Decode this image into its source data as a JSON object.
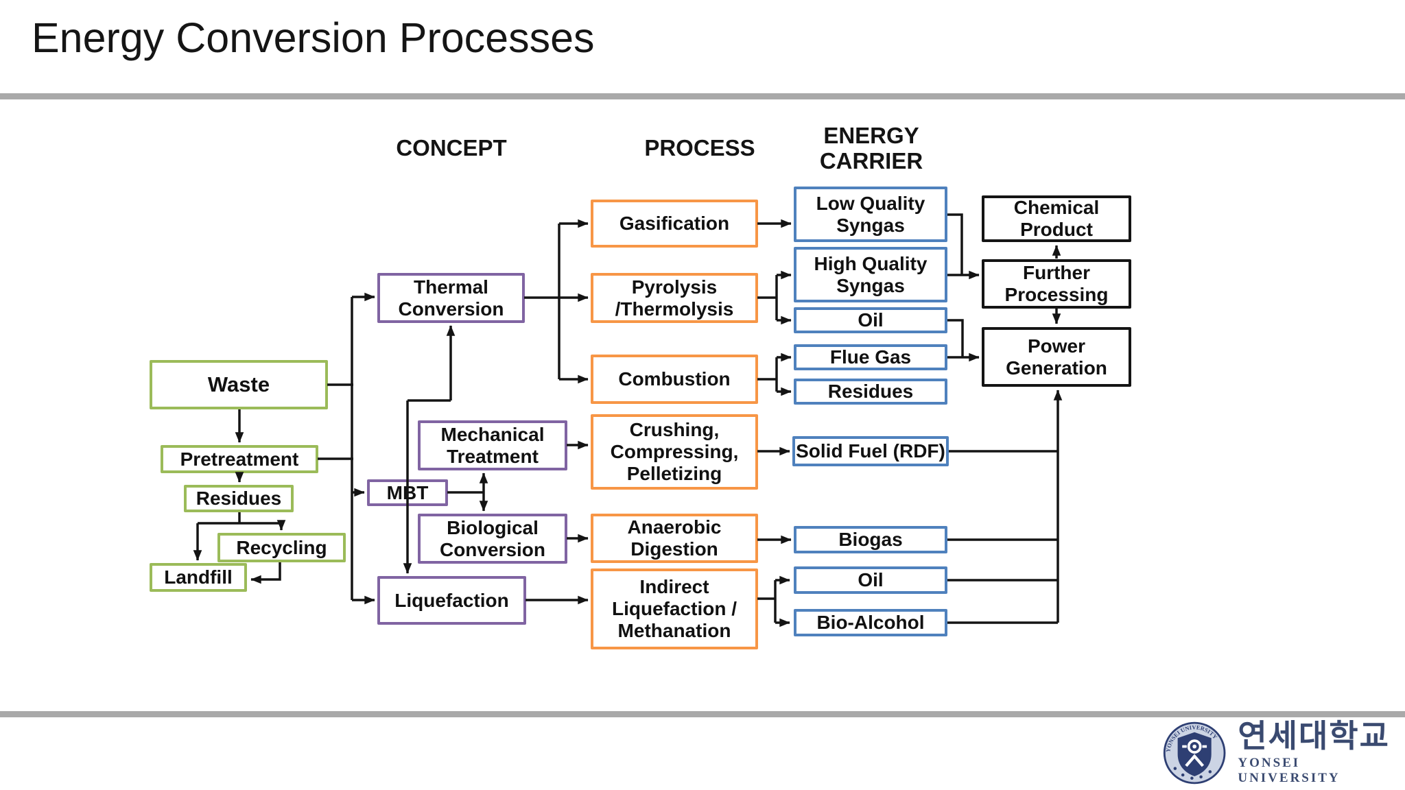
{
  "title": "Energy Conversion Processes",
  "headers": {
    "concept": "CONCEPT",
    "process": "PROCESS",
    "energy_carrier": "ENERGY\nCARRIER"
  },
  "nodes": {
    "waste": "Waste",
    "pretreatment": "Pretreatment",
    "residues_pretreatment": "Residues",
    "recycling": "Recycling",
    "landfill": "Landfill",
    "thermal_conversion": "Thermal\nConversion",
    "mechanical_treatment": "Mechanical\nTreatment",
    "mbt": "MBT",
    "biological_conversion": "Biological\nConversion",
    "liquefaction": "Liquefaction",
    "gasification": "Gasification",
    "pyrolysis_thermolysis": "Pyrolysis\n/Thermolysis",
    "combustion": "Combustion",
    "crushing_compressing_pelletizing": "Crushing,\nCompressing,\nPelletizing",
    "anaerobic_digestion": "Anaerobic\nDigestion",
    "indirect_liquefaction_methanation": "Indirect\nLiquefaction /\nMethanation",
    "low_quality_syngas": "Low Quality\nSyngas",
    "high_quality_syngas": "High Quality\nSyngas",
    "oil_pyrolysis": "Oil",
    "flue_gas": "Flue Gas",
    "residues_combustion": "Residues",
    "solid_fuel_rdf": "Solid Fuel (RDF)",
    "biogas": "Biogas",
    "oil_liquefaction": "Oil",
    "bio_alcohol": "Bio-Alcohol",
    "chemical_product": "Chemical\nProduct",
    "further_processing": "Further\nProcessing",
    "power_generation": "Power\nGeneration"
  },
  "logo": {
    "korean": "연세대학교",
    "english": "YONSEI UNIVERSITY"
  },
  "colors": {
    "waste_chain_green": "#9bbb59",
    "concept_purple": "#8064a2",
    "process_orange": "#f79646",
    "energy_carrier_blue": "#4f81bd",
    "output_black": "#141414",
    "connector_black": "#141414",
    "divider_gray": "#a9a9a9",
    "logo_navy": "#2e3f73"
  }
}
